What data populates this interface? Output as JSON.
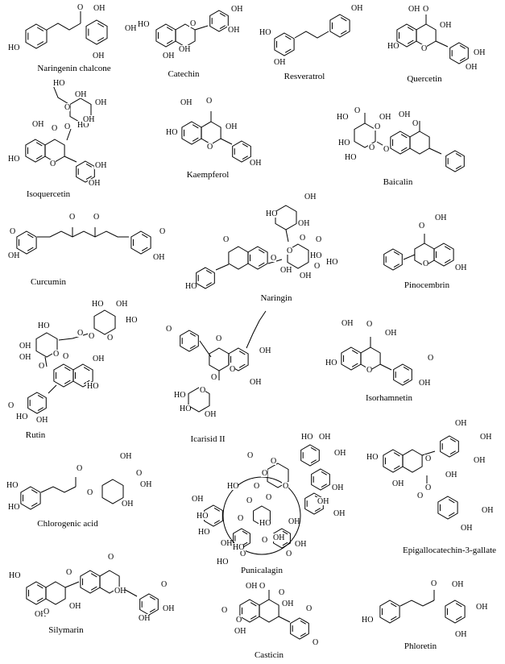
{
  "figure": {
    "compounds": [
      {
        "name": "Naringenin chalcone",
        "atoms": [
          "OH",
          "O",
          "OH",
          "HO",
          "OH"
        ]
      },
      {
        "name": "Catechin",
        "atoms": [
          "OH",
          "HO",
          "O",
          "OH",
          "OH",
          "OH"
        ]
      },
      {
        "name": "Resveratrol",
        "atoms": [
          "HO",
          "OH",
          "OH"
        ]
      },
      {
        "name": "Quercetin",
        "atoms": [
          "OH",
          "O",
          "HO",
          "O",
          "OH",
          "OH",
          "OH"
        ]
      },
      {
        "name": "Isoquercetin",
        "atoms": [
          "OH",
          "HO",
          "O",
          "OH",
          "HO",
          "OH",
          "O",
          "OH",
          "O",
          "HO",
          "O",
          "OH",
          "OH"
        ]
      },
      {
        "name": "Kaempferol",
        "atoms": [
          "OH",
          "O",
          "HO",
          "O",
          "OH",
          "OH"
        ]
      },
      {
        "name": "Baicalin",
        "atoms": [
          "HO",
          "O",
          "OH",
          "O",
          "HO",
          "O",
          "HO",
          "O",
          "O",
          "OH"
        ]
      },
      {
        "name": "Curcumin",
        "atoms": [
          "O",
          "O",
          "O",
          "O",
          "OH",
          "OH"
        ]
      },
      {
        "name": "Naringin",
        "atoms": [
          "HO",
          "O",
          "OH",
          "HO",
          "OH",
          "O",
          "O",
          "O",
          "HO",
          "O",
          "O",
          "OH",
          "OH",
          "HO"
        ]
      },
      {
        "name": "Pinocembrin",
        "atoms": [
          "OH",
          "O",
          "O",
          "OH"
        ]
      },
      {
        "name": "Rutin",
        "atoms": [
          "HO",
          "OH",
          "O",
          "HO",
          "O",
          "O",
          "HO",
          "OH",
          "OH",
          "O",
          "O",
          "OH",
          "O",
          "HO",
          "O",
          "HO",
          "OH"
        ]
      },
      {
        "name": "Icarisid II",
        "atoms": [
          "O",
          "O",
          "OH",
          "O",
          "O",
          "HO",
          "O",
          "HO",
          "OH",
          "OH"
        ]
      },
      {
        "name": "Isorhamnetin",
        "atoms": [
          "OH",
          "O",
          "OH",
          "HO",
          "O",
          "OH",
          "O"
        ]
      },
      {
        "name": "Chlorogenic acid",
        "atoms": [
          "HO",
          "O",
          "OH",
          "HO",
          "O",
          "OH",
          "OH",
          "O"
        ]
      },
      {
        "name": "Punicalagin",
        "atoms": [
          "HO",
          "OH",
          "OH",
          "O",
          "O",
          "O",
          "O",
          "O",
          "HO",
          "OH",
          "OH",
          "O",
          "O",
          "OH",
          "HO",
          "O",
          "OH",
          "HO",
          "HO",
          "OH",
          "OH",
          "OH",
          "HO",
          "OH",
          "O",
          "O",
          "O",
          "HO"
        ]
      },
      {
        "name": "Epigallocatechin-3-gallate",
        "atoms": [
          "OH",
          "OH",
          "HO",
          "O",
          "OH",
          "O",
          "OH",
          "OH",
          "O",
          "OH",
          "OH"
        ]
      },
      {
        "name": "Silymarin",
        "atoms": [
          "OH",
          "O",
          "OH",
          "HO",
          "O",
          "O",
          "OH",
          "O",
          "OH",
          "OH"
        ]
      },
      {
        "name": "Casticin",
        "atoms": [
          "OH",
          "O",
          "O",
          "O",
          "O",
          "OH",
          "O",
          "OH",
          "O"
        ]
      },
      {
        "name": "Phloretin",
        "atoms": [
          "OH",
          "O",
          "HO",
          "OH",
          "OH"
        ]
      }
    ]
  }
}
